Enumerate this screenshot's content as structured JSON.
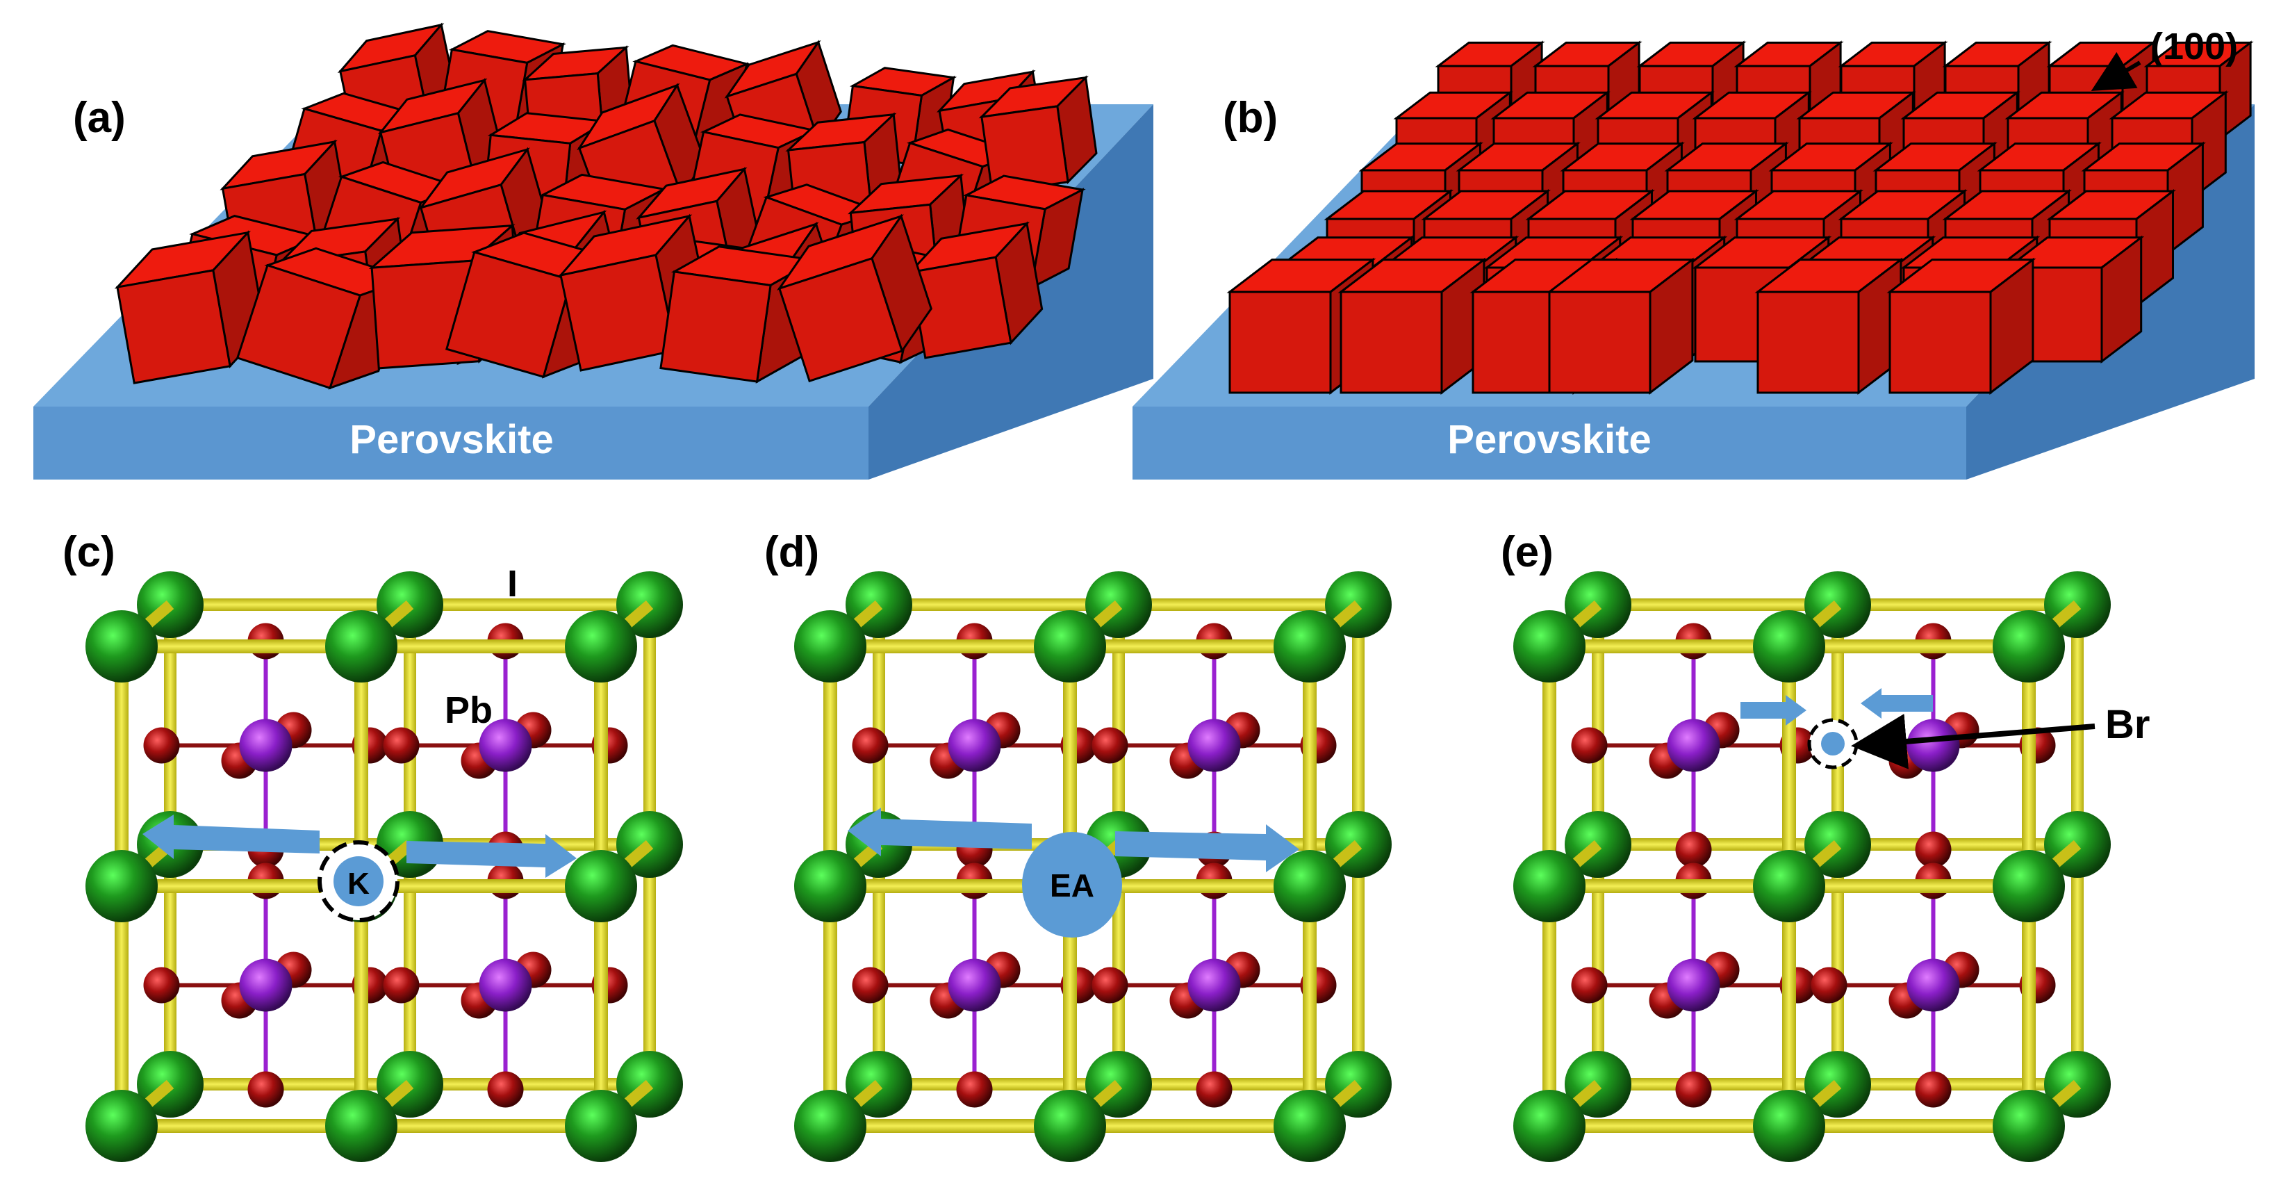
{
  "panels": {
    "a": {
      "label": "(a)",
      "substrate": "Perovskite"
    },
    "b": {
      "label": "(b)",
      "substrate": "Perovskite",
      "facet": "(100)"
    },
    "c": {
      "label": "(c)",
      "atom_I": "I",
      "atom_Pb": "Pb",
      "dopant": "K"
    },
    "d": {
      "label": "(d)",
      "dopant": "EA"
    },
    "e": {
      "label": "(e)",
      "dopant": "Br"
    }
  },
  "colors": {
    "crystal": "#ee1b0e",
    "substrate_top": "#6ea8dc",
    "substrate_side": "#3f78b4",
    "pb_atom": "#8a1fc8",
    "i_atom": "#a40f0f",
    "a_site_atom": "#1f8a1f",
    "bond": "#e8e020",
    "arrow": "#5b9bd5"
  },
  "icons": [
    "red-cube-crystal",
    "blue-substrate-slab",
    "lattice-cell",
    "arrow"
  ]
}
